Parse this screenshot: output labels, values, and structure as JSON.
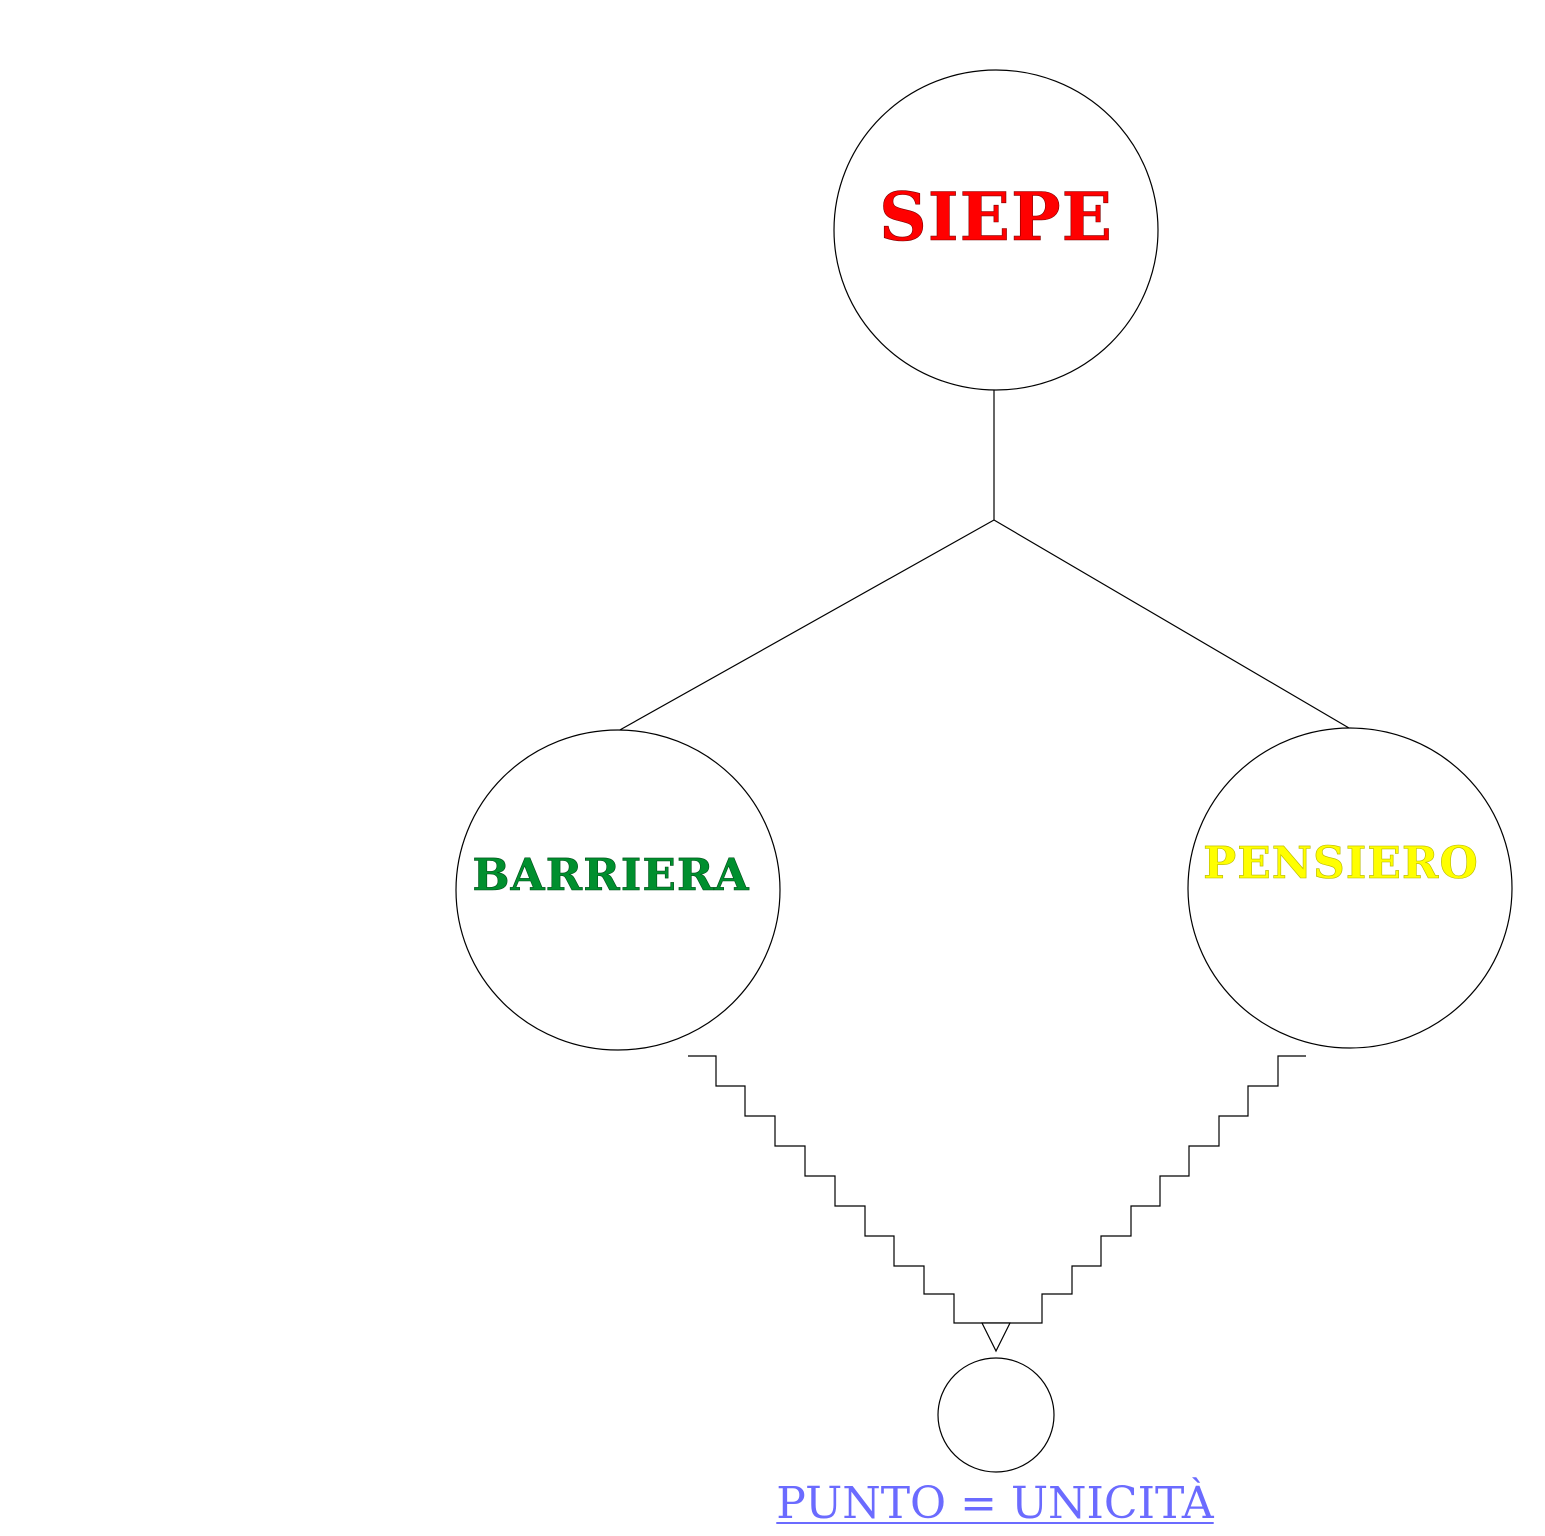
{
  "nodes": {
    "top": {
      "label": "SIEPE",
      "color": "#ff0000"
    },
    "left": {
      "label": "BARRIERA",
      "color": "#008f2e"
    },
    "right": {
      "label": "PENSIERO",
      "color": "#ffff00"
    },
    "bottom": {
      "label": ""
    }
  },
  "footer": {
    "label": "PUNTO = UNICITÀ",
    "color": "#6b6bff"
  },
  "colors": {
    "stroke": "#000000",
    "background": "#ffffff"
  }
}
